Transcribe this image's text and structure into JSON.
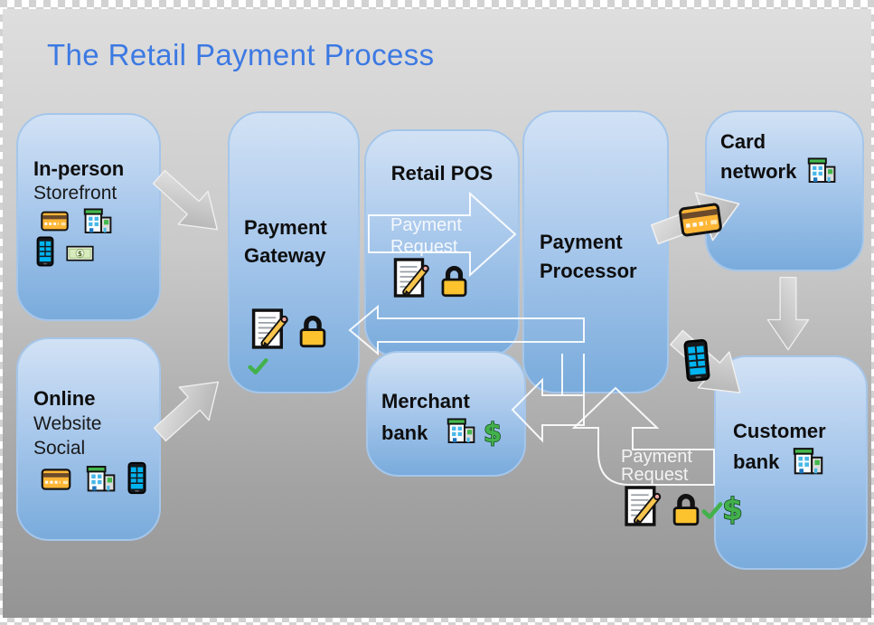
{
  "title": "The Retail Payment Process",
  "colors": {
    "title_text": "#3C79E3",
    "node_fill_top": "#D2E2F5",
    "node_fill_bottom": "#79ABDC",
    "node_border": "#A5C6EA",
    "node_text": "#0E0E0E",
    "flow_arrow_fill": "#C8C8C8",
    "outline_arrow_stroke": "#FFFFFF",
    "background_top": "#DEDEDE",
    "background_bottom": "#949494",
    "check_green": "#43B14B",
    "lock_gold": "#FCC32F"
  },
  "nodes": {
    "in_person": {
      "title": "In-person",
      "subtitle": "Storefront",
      "icons": [
        "credit-card",
        "office-building",
        "mobile-phone",
        "banknote"
      ]
    },
    "online": {
      "title": "Online",
      "subtitle1": "Website",
      "subtitle2": "Social",
      "icons": [
        "credit-card",
        "office-building",
        "mobile-phone"
      ]
    },
    "payment_gateway": {
      "line1": "Payment",
      "line2": "Gateway",
      "icons": [
        "memo",
        "lock",
        "check-mark"
      ]
    },
    "retail_pos": {
      "title": "Retail POS",
      "icons": [
        "memo",
        "lock"
      ]
    },
    "payment_processor": {
      "line1": "Payment",
      "line2": "Processor"
    },
    "merchant_bank": {
      "line1": "Merchant",
      "line2": "bank",
      "icons": [
        "office-building",
        "dollar-sign"
      ]
    },
    "card_network": {
      "line1": "Card",
      "line2": "network",
      "icons": [
        "office-building"
      ]
    },
    "customer_bank": {
      "line1": "Customer",
      "line2": "bank",
      "icons": [
        "office-building"
      ]
    }
  },
  "flow_labels": {
    "pos_request": {
      "line1": "Payment",
      "line2": "Request"
    },
    "bank_request": {
      "line1": "Payment",
      "line2": "Request"
    }
  },
  "arrow_icons": {
    "processor_to_card_network": "credit-card",
    "processor_to_customer_bank": "mobile-phone"
  },
  "settlement_icons": [
    "memo",
    "lock",
    "check-mark",
    "dollar-sign"
  ]
}
